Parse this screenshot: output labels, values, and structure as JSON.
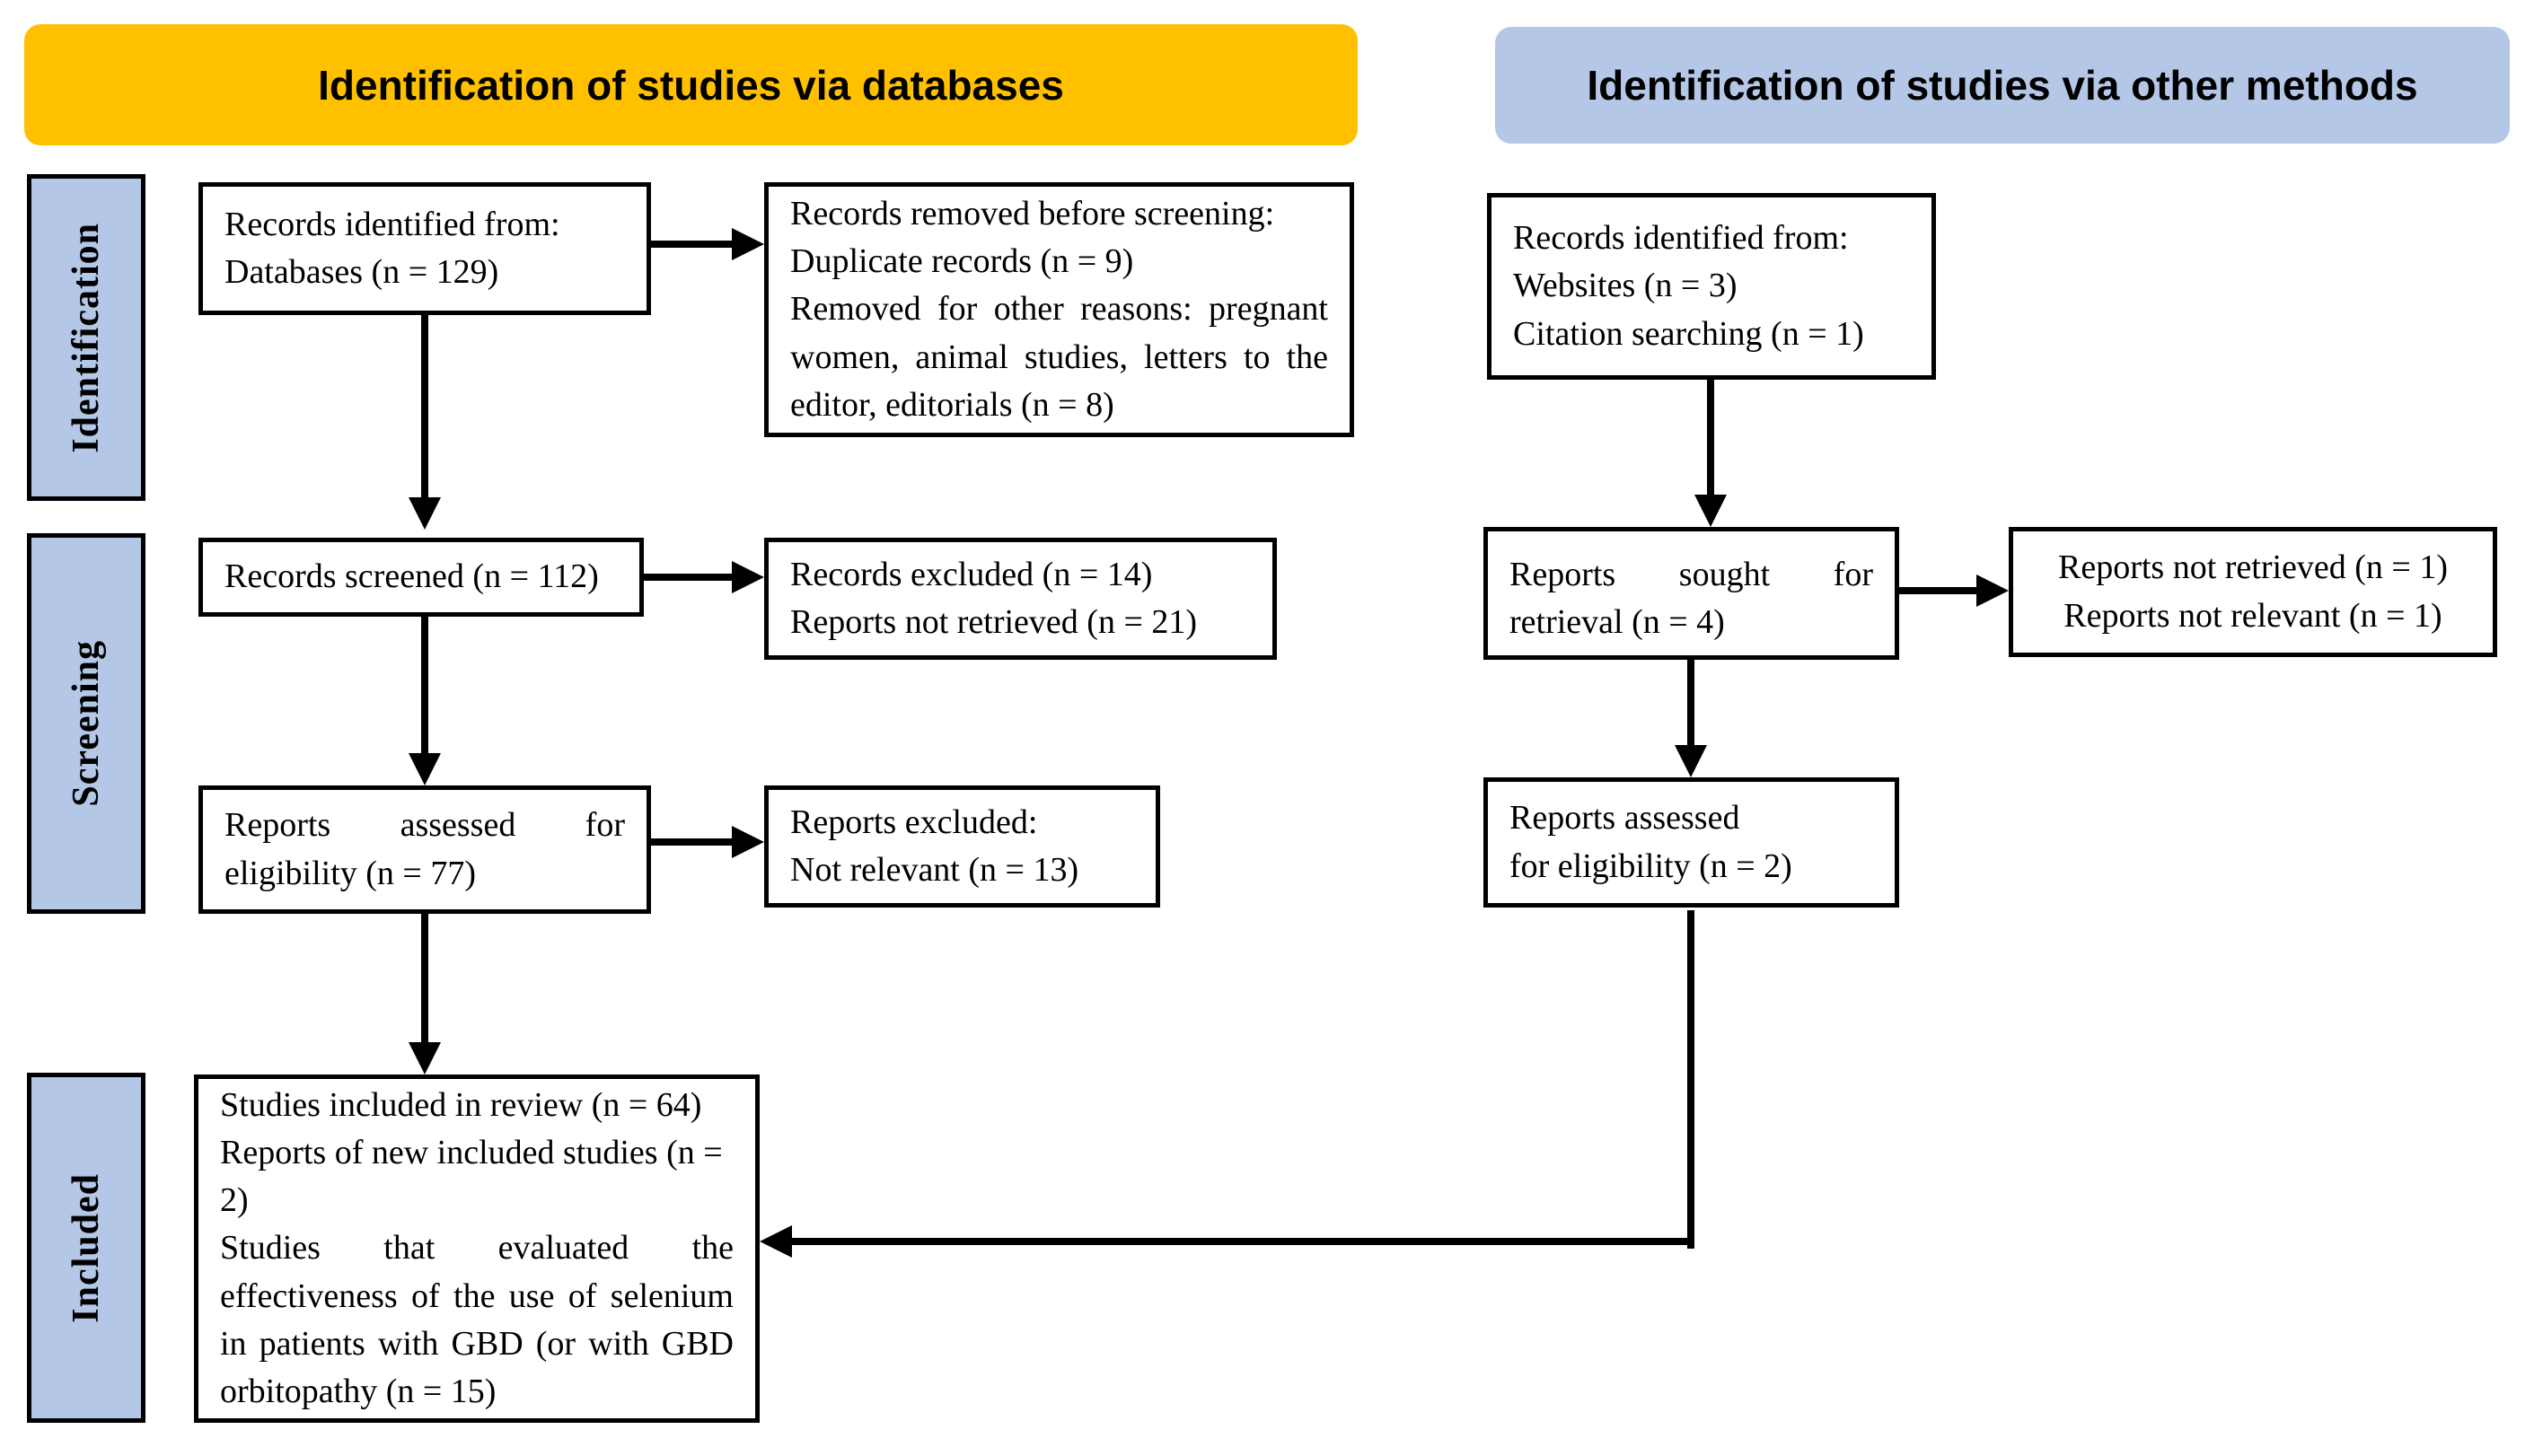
{
  "figure": {
    "type": "prisma-flow-diagram"
  },
  "headers": {
    "databases": "Identification of studies via databases",
    "other_methods": "Identification of studies via other methods"
  },
  "sidebars": {
    "identification": "Identification",
    "screening": "Screening",
    "included": "Included"
  },
  "boxes": {
    "db_identified": {
      "lines": [
        "Records identified from:",
        "Databases (n = 129)"
      ]
    },
    "db_removed": {
      "lines": [
        "Records removed before screening:",
        "Duplicate records (n = 9)",
        "Removed for other reasons: pregnant women, animal studies, letters to the editor, editorials (n = 8)"
      ]
    },
    "db_screened": {
      "lines": [
        "Records screened (n = 112)"
      ]
    },
    "db_excluded": {
      "lines": [
        "Records excluded (n = 14)",
        "Reports not retrieved (n = 21)"
      ]
    },
    "db_assessed": {
      "lines": [
        "Reports assessed for eligibility (n = 77)"
      ]
    },
    "db_reports_excluded": {
      "lines": [
        "Reports excluded:",
        "Not relevant (n = 13)"
      ]
    },
    "included_studies": {
      "lines": [
        "Studies included in review (n = 64)",
        "Reports of new included studies (n = 2)",
        "Studies that evaluated the effectiveness of the use of selenium in patients with GBD (or with GBD orbitopathy (n = 15)"
      ]
    },
    "om_identified": {
      "lines": [
        "Records identified from:",
        "Websites (n = 3)",
        "Citation searching (n = 1)"
      ]
    },
    "om_sought": {
      "lines": [
        "Reports sought for retrieval (n = 4)"
      ]
    },
    "om_not_retrieved": {
      "lines": [
        "Reports not retrieved (n = 1)",
        "Reports not relevant (n = 1)"
      ]
    },
    "om_assessed": {
      "lines": [
        "Reports assessed",
        "for eligibility (n = 2)"
      ]
    }
  },
  "colors": {
    "header_databases_bg": "#FFC000",
    "header_other_methods_bg": "#B4C7E7",
    "sidebar_bg": "#B4C7E7",
    "box_bg": "#FFFFFF",
    "border": "#000000",
    "arrow": "#000000",
    "text": "#000000"
  }
}
